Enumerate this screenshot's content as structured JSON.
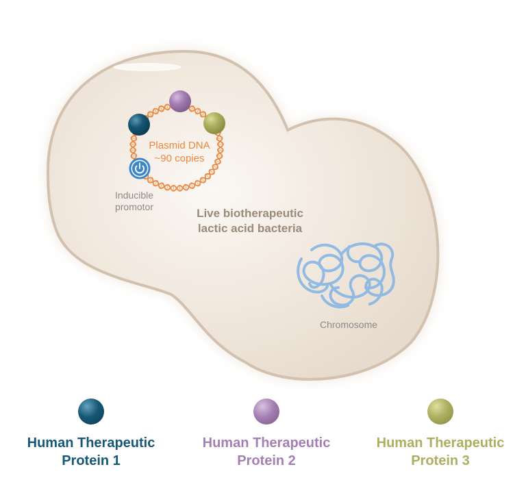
{
  "colors": {
    "protein_1": "#155774",
    "protein_2": "#a47fb2",
    "protein_3": "#acae60",
    "plasmid": "#e98840",
    "chromosome": "#8db8e3",
    "promoter": "#3b86c8",
    "cell_fill": "#efe4d9",
    "cell_edge": "#cdbcaa",
    "label_gray": "#8a8a8a",
    "bacteria_label": "#9a8a7a"
  },
  "plasmid": {
    "label_line1": "Plasmid DNA",
    "label_line2": "~90 copies"
  },
  "promoter": {
    "label_line1": "Inducible",
    "label_line2": "promotor",
    "icon": "power-icon"
  },
  "bacteria": {
    "label_line1": "Live biotherapeutic",
    "label_line2": "lactic acid bacteria"
  },
  "chromosome": {
    "label": "Chromosome"
  },
  "legend": [
    {
      "line1": "Human Therapeutic",
      "line2": "Protein 1",
      "color": "#155774"
    },
    {
      "line1": "Human Therapeutic",
      "line2": "Protein 2",
      "color": "#a47fb2"
    },
    {
      "line1": "Human Therapeutic",
      "line2": "Protein 3",
      "color": "#acae60"
    }
  ]
}
